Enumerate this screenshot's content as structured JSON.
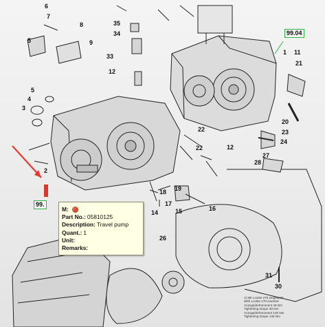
{
  "tag_top": "99.04",
  "tag_left": "99.",
  "tooltip": {
    "m_label": "M:",
    "part_label": "Part No.:",
    "part_value": "05810125",
    "desc_label": "Description:",
    "desc_value": "Travel pump",
    "quant_label": "Quant.:",
    "quant_value": "1",
    "unit_label": "Unit:",
    "unit_value": "",
    "remarks_label": "Remarks:",
    "remarks_value": ""
  },
  "callouts": [
    "6",
    "7",
    "35",
    "34",
    "5",
    "8",
    "9",
    "33",
    "12",
    "1",
    "11",
    "3",
    "4",
    "5",
    "24",
    "22",
    "21",
    "20",
    "23",
    "22",
    "12",
    "28",
    "2",
    "18",
    "19",
    "17",
    "16",
    "15",
    "14",
    "26",
    "30",
    "31",
    "27"
  ],
  "notes": {
    "n1": "1) Mit Loctite 270 eingesetzt",
    "n2": "With Loctite 270 inserted",
    "n3": "Anzugsdrehmoment 48 Nm",
    "n4": "Tightening torque 48 Nm",
    "n5": "Anzugsdrehmoment 145 Nm",
    "n6": "Tightening torque 145 Nm"
  },
  "colors": {
    "tag_border": "#2fb34a",
    "arrow": "#e53a2c",
    "tooltip_bg": "#ffffe3"
  },
  "icons": {
    "status": "red-dot-icon",
    "pointer": "red-arrow-icon"
  }
}
